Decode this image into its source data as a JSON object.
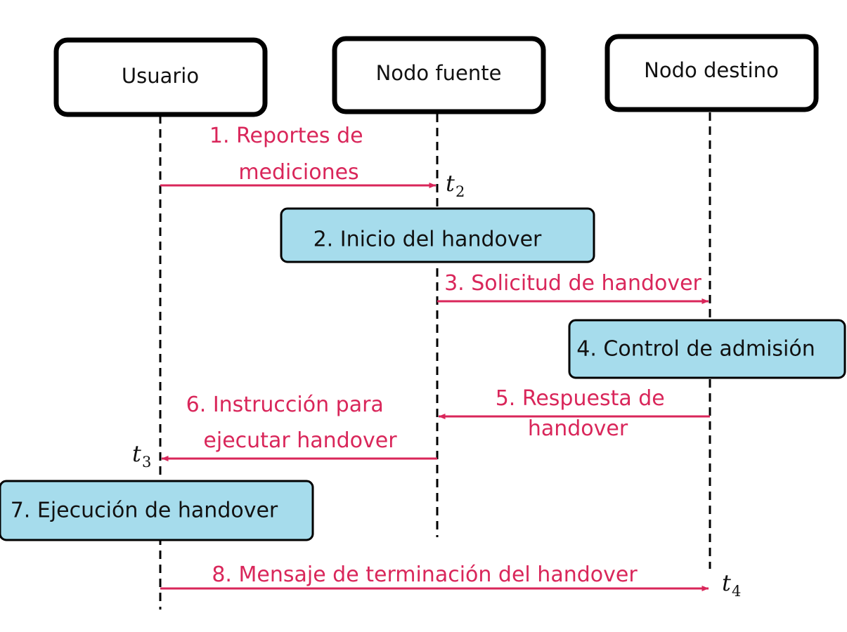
{
  "colors": {
    "message": "#d9265a",
    "process_fill": "#a6dcec",
    "line": "#000000"
  },
  "actors": [
    {
      "id": "usuario",
      "label": "Usuario"
    },
    {
      "id": "fuente",
      "label": "Nodo fuente"
    },
    {
      "id": "destino",
      "label": "Nodo destino"
    }
  ],
  "messages": [
    {
      "id": "m1",
      "from": "usuario",
      "to": "fuente",
      "lines": [
        "1. Reportes de",
        "mediciones"
      ]
    },
    {
      "id": "m3",
      "from": "fuente",
      "to": "destino",
      "lines": [
        "3. Solicitud de handover"
      ]
    },
    {
      "id": "m5",
      "from": "destino",
      "to": "fuente",
      "lines": [
        "5. Respuesta de",
        "handover"
      ]
    },
    {
      "id": "m6",
      "from": "fuente",
      "to": "usuario",
      "lines": [
        "6. Instrucción para",
        "ejecutar handover"
      ]
    },
    {
      "id": "m8",
      "from": "usuario",
      "to": "destino",
      "lines": [
        "8. Mensaje de terminación del handover"
      ]
    }
  ],
  "processes": [
    {
      "id": "p2",
      "label": "2. Inicio del handover"
    },
    {
      "id": "p4",
      "label": "4. Control de admisión"
    },
    {
      "id": "p7",
      "label": "7. Ejecución de handover"
    }
  ],
  "time_marks": [
    {
      "id": "t2",
      "base": "t",
      "sub": "2"
    },
    {
      "id": "t3",
      "base": "t",
      "sub": "3"
    },
    {
      "id": "t4",
      "base": "t",
      "sub": "4"
    }
  ]
}
